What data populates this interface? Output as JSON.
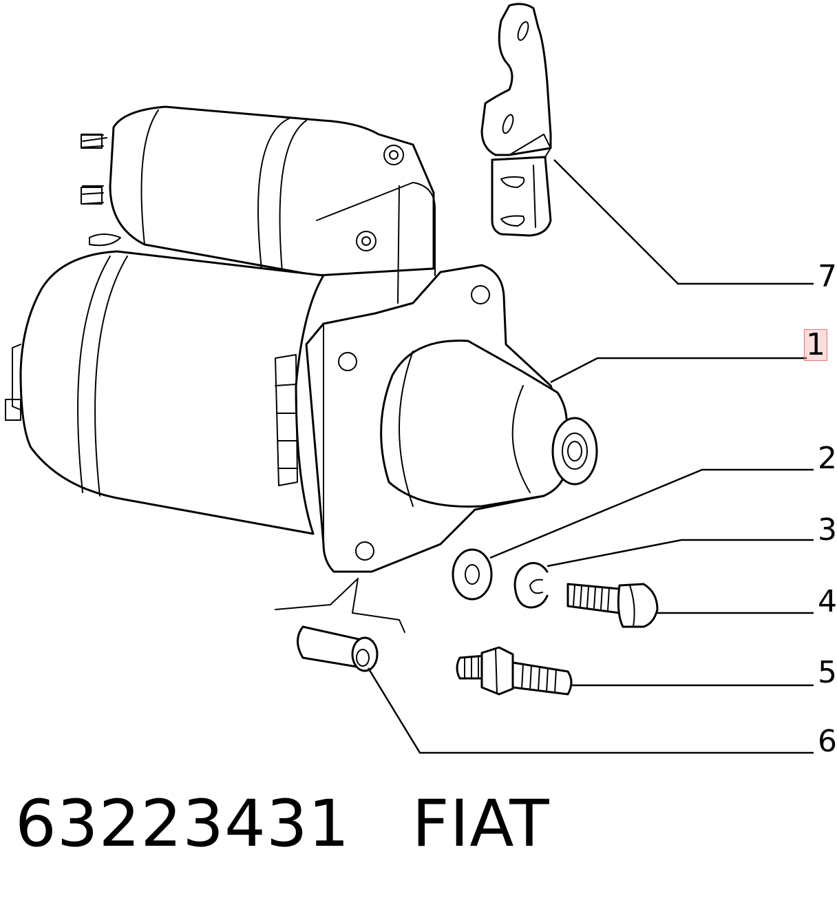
{
  "diagram": {
    "callouts": [
      {
        "id": "1",
        "label": "1",
        "highlighted": true
      },
      {
        "id": "2",
        "label": "2",
        "highlighted": false
      },
      {
        "id": "3",
        "label": "3",
        "highlighted": false
      },
      {
        "id": "4",
        "label": "4",
        "highlighted": false
      },
      {
        "id": "5",
        "label": "5",
        "highlighted": false
      },
      {
        "id": "6",
        "label": "6",
        "highlighted": false
      },
      {
        "id": "7",
        "label": "7",
        "highlighted": false
      }
    ],
    "highlight_color": "#e07878"
  },
  "footer": {
    "part_number": "63223431",
    "brand": "FIAT"
  }
}
